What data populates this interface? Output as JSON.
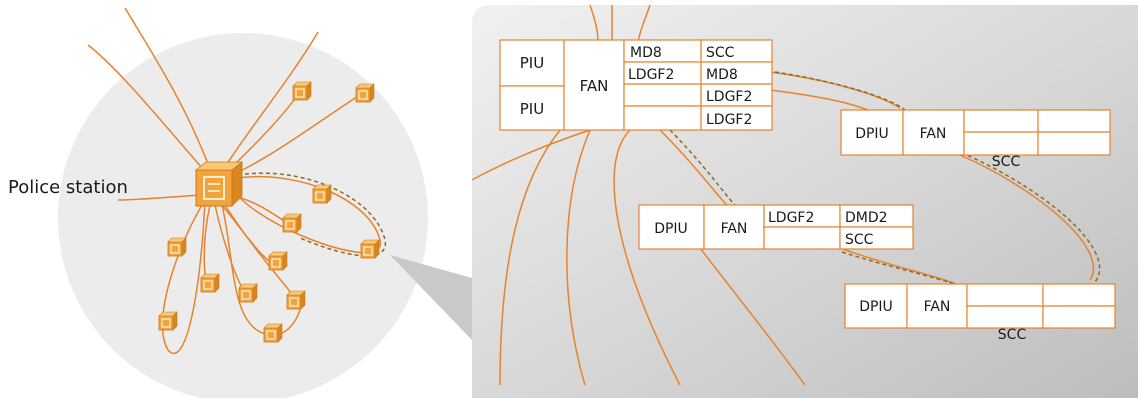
{
  "network": {
    "station_label": "Police station"
  },
  "zoom": {
    "main_shelf": {
      "slot_piu_1": "PIU",
      "slot_piu_2": "PIU",
      "slot_fan": "FAN",
      "row1_a": "MD8",
      "row1_b": "SCC",
      "row2_a": "LDGF2",
      "row2_b": "MD8",
      "row3_b": "LDGF2",
      "row4_b": "LDGF2"
    },
    "shelf_a": {
      "slot_dpiu": "DPIU",
      "slot_fan": "FAN",
      "below_label": "SCC"
    },
    "shelf_b": {
      "slot_dpiu": "DPIU",
      "slot_fan": "FAN",
      "row1_a": "LDGF2",
      "row1_b": "DMD2",
      "row2_b": "SCC"
    },
    "shelf_c": {
      "slot_dpiu": "DPIU",
      "slot_fan": "FAN",
      "below_label": "SCC"
    }
  },
  "colors": {
    "cable": "#e8822c",
    "device": "#f2a43a",
    "circle_bg": "#ececec",
    "panel_bg": "#d2d2d2"
  }
}
